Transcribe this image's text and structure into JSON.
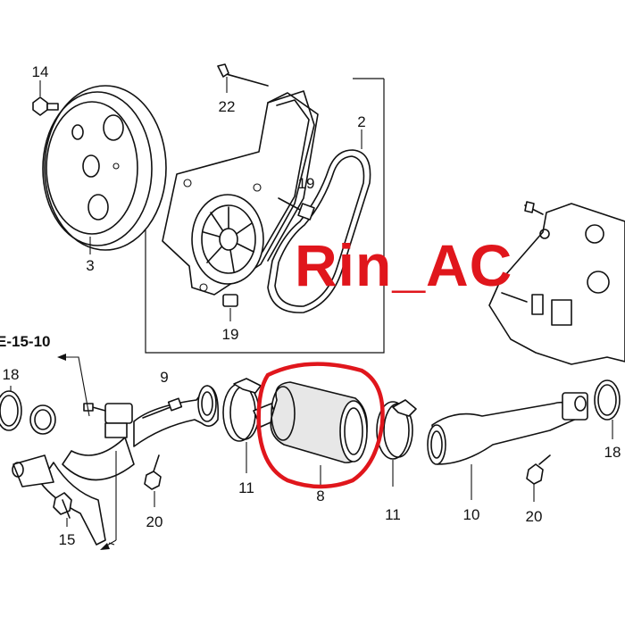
{
  "parts": {
    "p2": "2",
    "p3": "3",
    "p8": "8",
    "p9": "9",
    "p10": "10",
    "p11_left": "11",
    "p11_right": "11",
    "p14": "14",
    "p15": "15",
    "p18_left": "18",
    "p18_right": "18",
    "p19_top": "19",
    "p19_bottom": "19",
    "p20_left": "20",
    "p20_right": "20",
    "p22": "22"
  },
  "reference": "E-15-10",
  "watermark": "Rin_AC",
  "colors": {
    "highlight": "#e0161c",
    "line": "#111111",
    "background": "#ffffff"
  }
}
